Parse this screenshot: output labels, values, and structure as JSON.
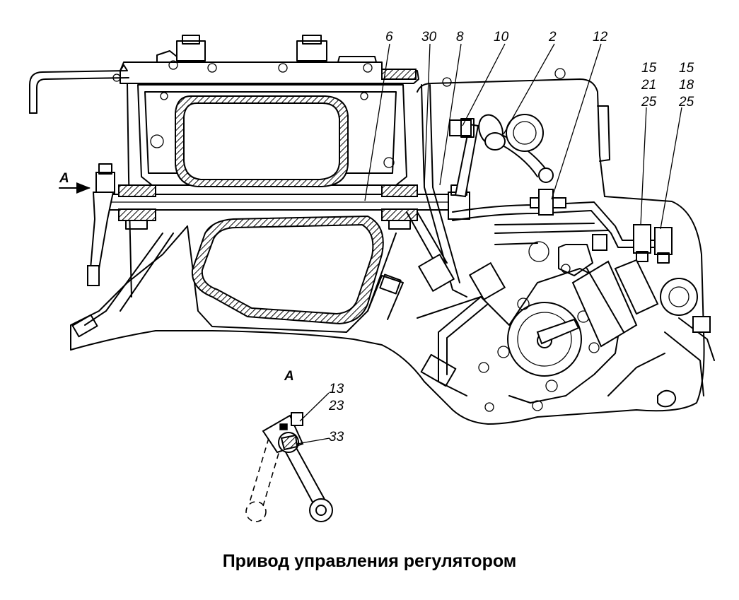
{
  "caption": "Привод управления регулятором",
  "view_marker": "A",
  "view_title": "A",
  "callouts": {
    "c6": "6",
    "c30": "30",
    "c8": "8",
    "c10": "10",
    "c2": "2",
    "c12": "12",
    "c15a": "15",
    "c21": "21",
    "c25a": "25",
    "c15b": "15",
    "c18": "18",
    "c25b": "25",
    "c13": "13",
    "c23": "23",
    "c33": "33"
  }
}
